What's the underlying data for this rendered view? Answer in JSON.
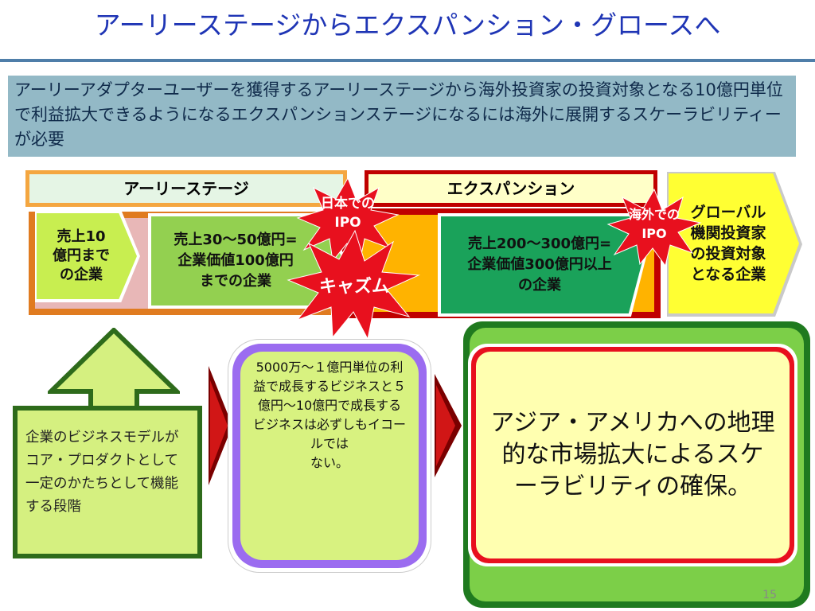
{
  "slide": {
    "title": "アーリーステージからエクスパンション・グロースへ",
    "intro": "アーリーアダプターユーザーを獲得するアーリーステージから海外投資家の投資対象となる10億円単位で利益拡大できるようになるエクスパンションステージになるには海外に展開するスケーラビリティーが必要",
    "page_number": "15"
  },
  "stages": {
    "early_label": "アーリーステージ",
    "expansion_label": "エクスパンション",
    "box1": "売上10\n億円まで\nの企業",
    "box2": "売上30〜50億円=\n企業価値100億円\nまでの企業",
    "box3": "売上200〜300億円=\n企業価値300億円以上\nの企業",
    "global": "グローバル\n機関投資家\nの投資対象\nとなる企業"
  },
  "bursts": {
    "japan_ipo": "日本での\nIPO",
    "chasm": "キャズム",
    "overseas_ipo": "海外での\nIPO"
  },
  "bottom": {
    "left_text": "企業のビジネスモデルがコア・プロダクトとして一定のかたちとして機能する段階",
    "middle_text": "5000万〜１億円単位の利益で成長するビジネスと５億円〜10億円で成長するビジネスは必ずしもイコールでは\nない。",
    "right_text": "アジア・アメリカへの地理的な市場拡大によるスケーラビリティの確保。"
  },
  "colors": {
    "title": "#1f35b5",
    "intro_bg": "#93b9c6",
    "orange_border": "#e07b20",
    "red_border": "#c00000",
    "lime": "#bfe84a",
    "green_box": "#1aa25a",
    "yellow": "#ffff33",
    "burst_red": "#e8101e",
    "dark_green": "#1f7a1f",
    "purple": "#9b6cf0"
  }
}
